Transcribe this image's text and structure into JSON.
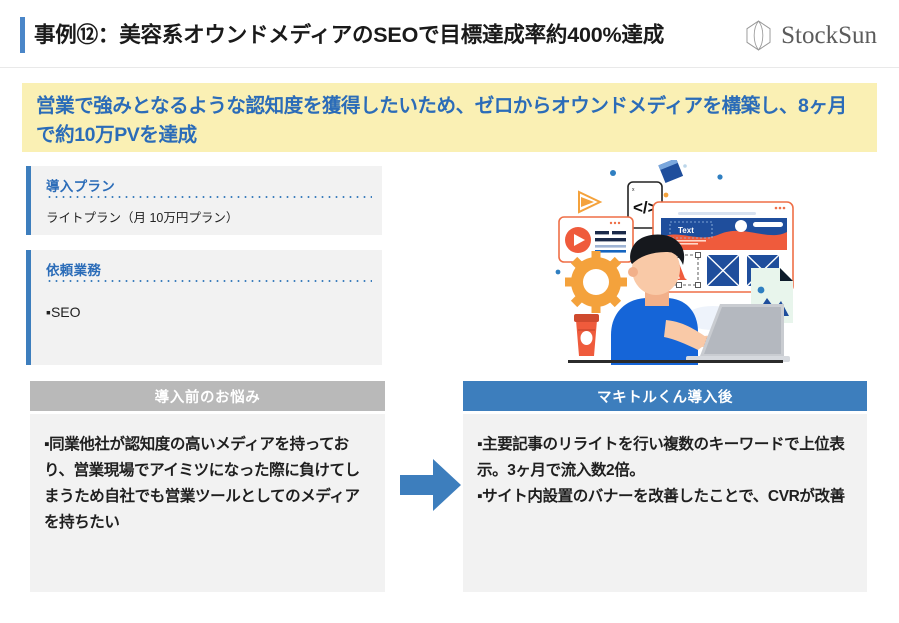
{
  "header": {
    "title": "事例⑫：美容系オウンドメディアのSEOで目標達成率約400%達成",
    "logo_text": "StockSun",
    "logo_icon": "diamond-logo-icon",
    "accent_color": "#4a86c8"
  },
  "banner": {
    "text": "営業で強みとなるような認知度を獲得したいため、ゼロからオウンドメディアを構築し、8ヶ月で約10万PVを達成",
    "background_color": "#faf0b4",
    "text_color": "#2b6cb8"
  },
  "info_cards": [
    {
      "title": "導入プラン",
      "body": "ライトプラン（月 10万円プラン）"
    },
    {
      "title": "依頼業務",
      "body": "▪SEO"
    }
  ],
  "illustration": {
    "name": "web-developer-illustration",
    "alt": "デスクでノートパソコンに向かう人物とWeb制作のアイコン群"
  },
  "comparison": {
    "before": {
      "heading": "導入前のお悩み",
      "heading_bg": "#b9b9b9",
      "body": "▪同業他社が認知度の高いメディアを持っており、営業現場でアイミツになった際に負けてしまうため自社でも営業ツールとしてのメディアを持ちたい"
    },
    "arrow_icon": "right-arrow-icon",
    "arrow_color": "#3d7ebd",
    "after": {
      "heading": "マキトルくん導入後",
      "heading_bg": "#3d7ebd",
      "body": "▪主要記事のリライトを行い複数のキーワードで上位表示。3ヶ月で流入数2倍。\n▪サイト内設置のバナーを改善したことで、CVRが改善"
    }
  }
}
